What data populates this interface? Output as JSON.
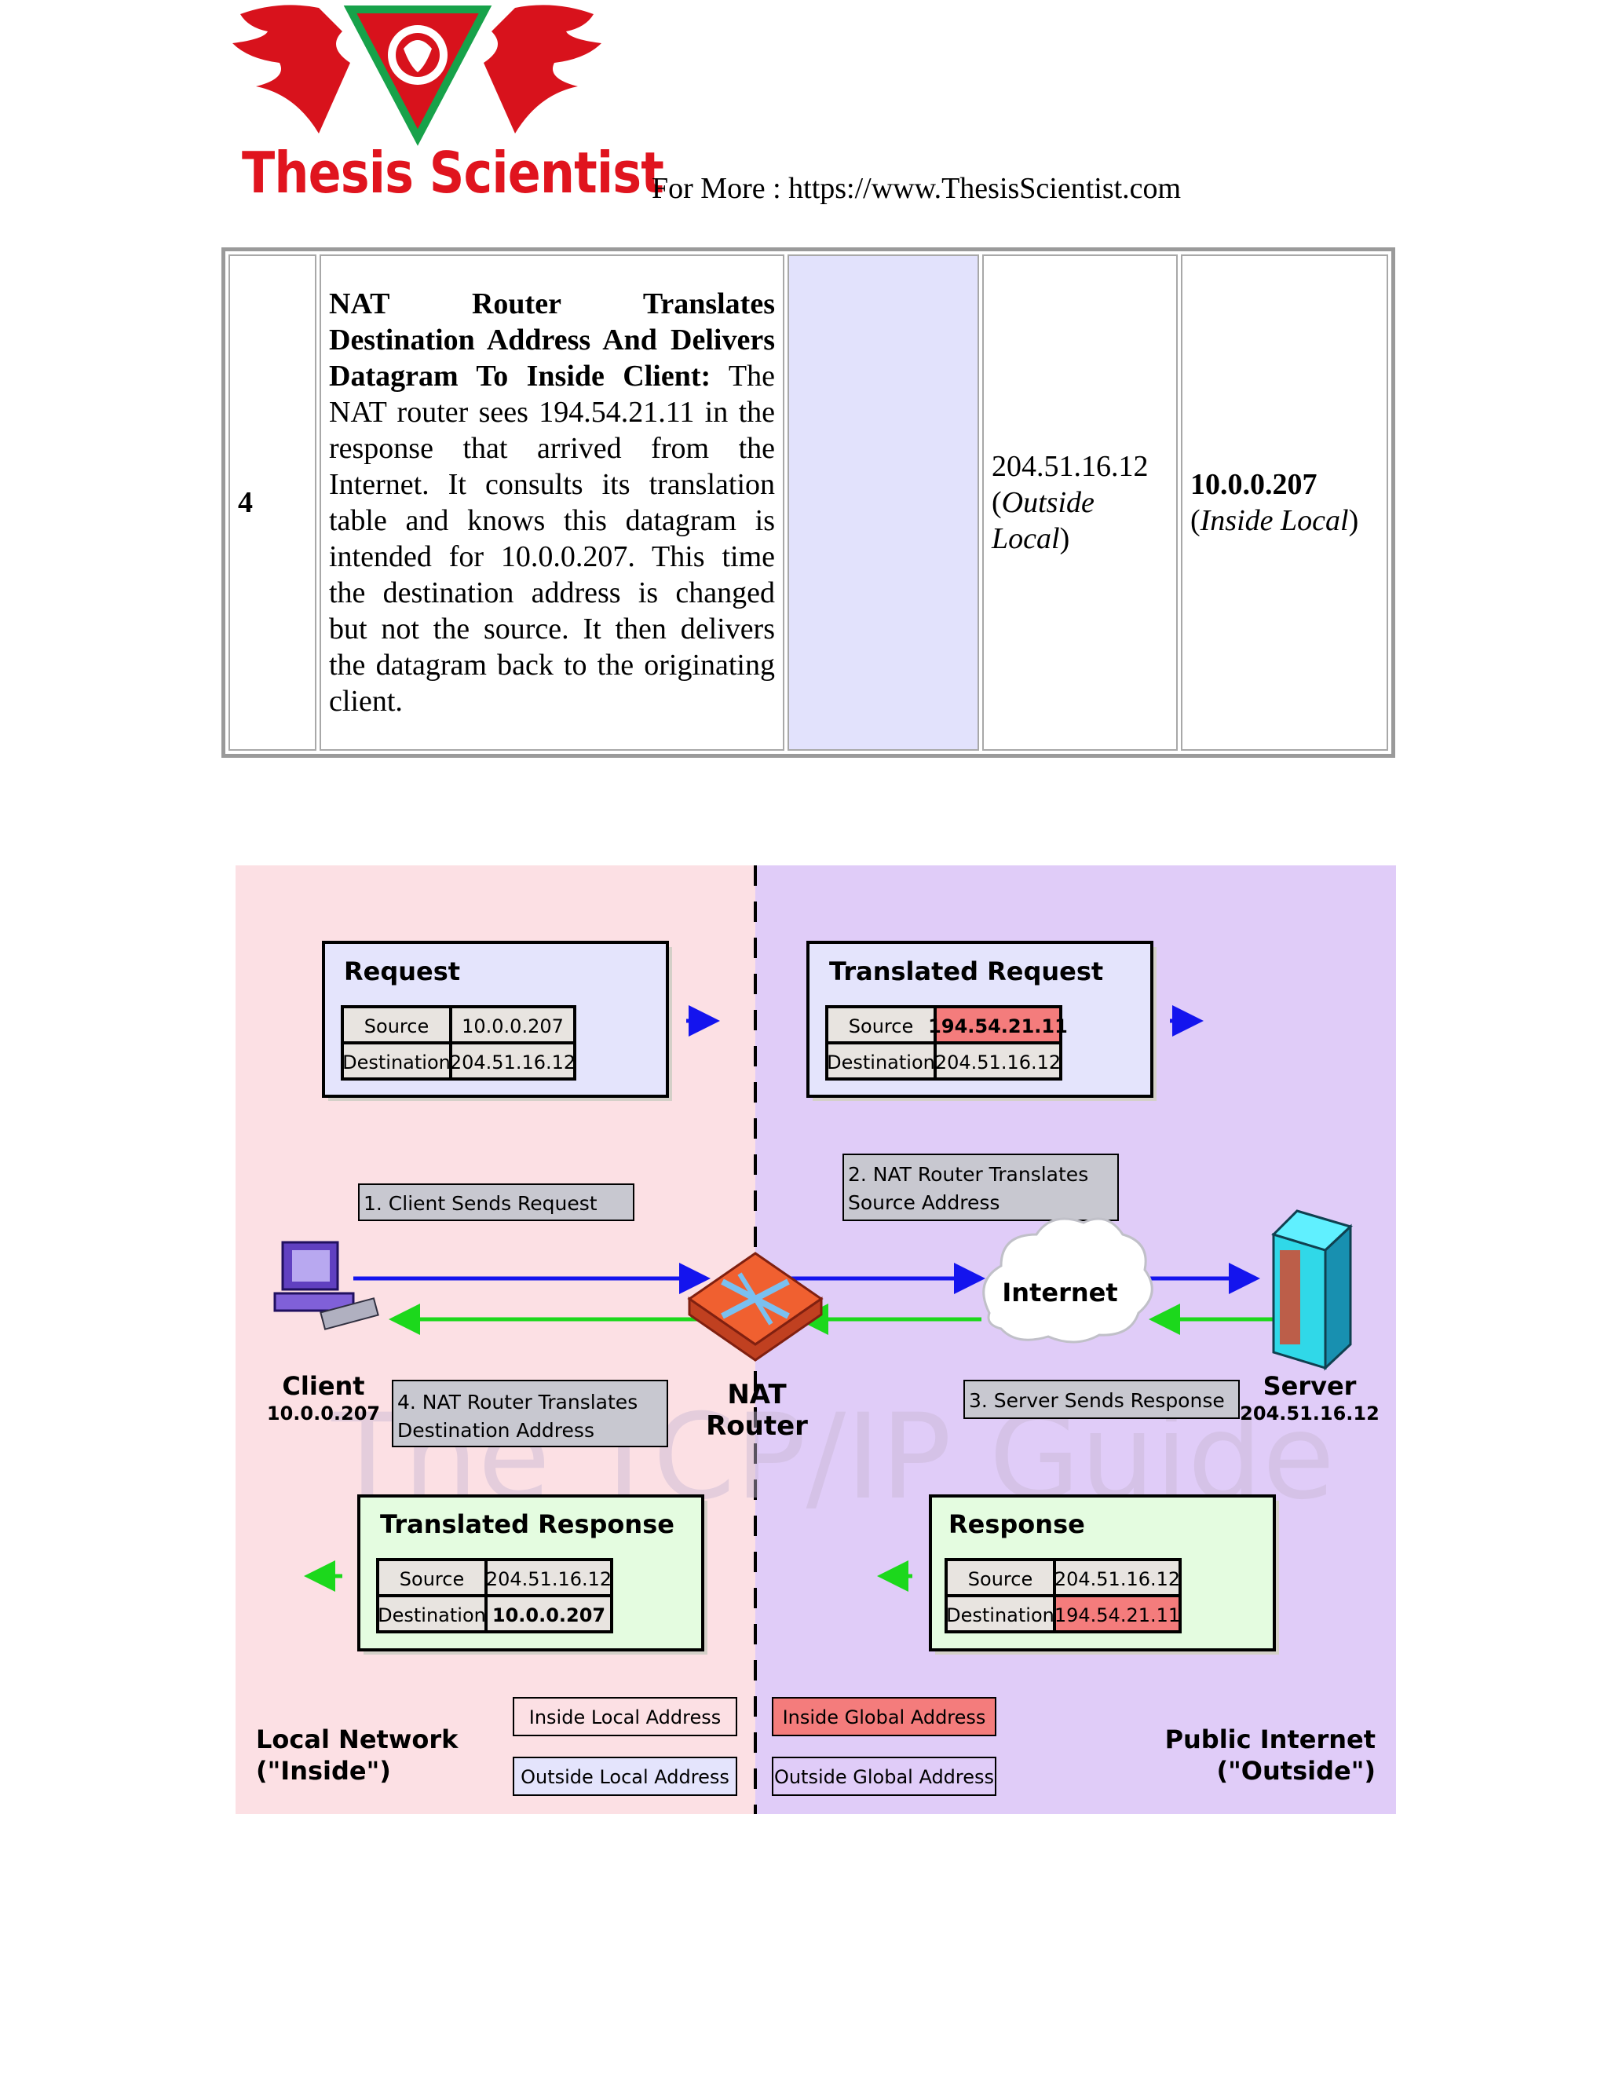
{
  "header": {
    "logo_text": "Thesis Scientist",
    "more_text": "For More : https://www.ThesisScientist.com"
  },
  "table": {
    "step": "4",
    "description_bold": "NAT Router Translates Destination Address And Delivers Datagram To Inside Client:",
    "description_body": "The NAT router sees 194.54.21.11 in the response that arrived from the Internet. It consults its translation table and knows this datagram is intended for 10.0.0.207. This time the destination address is changed but not the source. It then delivers the datagram back to the originating",
    "description_end": "client.",
    "source_address": "204.51.16.12",
    "source_label": "Outside Local",
    "destination_address": "10.0.0.207",
    "destination_label": "Inside Local"
  },
  "diagram": {
    "watermark": "The TCP/IP Guide",
    "request": {
      "title": "Request",
      "source_label": "Source",
      "source": "10.0.0.207",
      "destination_label": "Destination",
      "destination": "204.51.16.12"
    },
    "translated_request": {
      "title": "Translated Request",
      "source_label": "Source",
      "source": "194.54.21.11",
      "destination_label": "Destination",
      "destination": "204.51.16.12"
    },
    "translated_response": {
      "title": "Translated Response",
      "source_label": "Source",
      "source": "204.51.16.12",
      "destination_label": "Destination",
      "destination": "10.0.0.207"
    },
    "response": {
      "title": "Response",
      "source_label": "Source",
      "source": "204.51.16.12",
      "destination_label": "Destination",
      "destination": "194.54.21.11"
    },
    "steps": {
      "step1": "1. Client Sends Request",
      "step2_line1": "2. NAT Router Translates",
      "step2_line2": "Source Address",
      "step3": "3. Server Sends Response",
      "step4_line1": "4. NAT Router Translates",
      "step4_line2": "Destination Address"
    },
    "client_label": "Client",
    "client_ip": "10.0.0.207",
    "router_line1": "NAT",
    "router_line2": "Router",
    "internet_label": "Internet",
    "server_label": "Server",
    "server_ip": "204.51.16.12",
    "local_network_line1": "Local Network",
    "local_network_line2": "(\"Inside\")",
    "public_internet_line1": "Public Internet",
    "public_internet_line2": "(\"Outside\")",
    "legend": {
      "inside_local": "Inside Local Address",
      "outside_local": "Outside Local Address",
      "inside_global": "Inside Global Address",
      "outside_global": "Outside Global Address"
    },
    "colors": {
      "inside_background": "#fce0e4",
      "outside_background": "#e0ccf8",
      "request_box": "#e4e4fc",
      "response_box": "#e4fce0",
      "global_highlight": "#f47c7c",
      "blue_arrow": "#1414ee",
      "green_arrow": "#1cd81c"
    }
  }
}
